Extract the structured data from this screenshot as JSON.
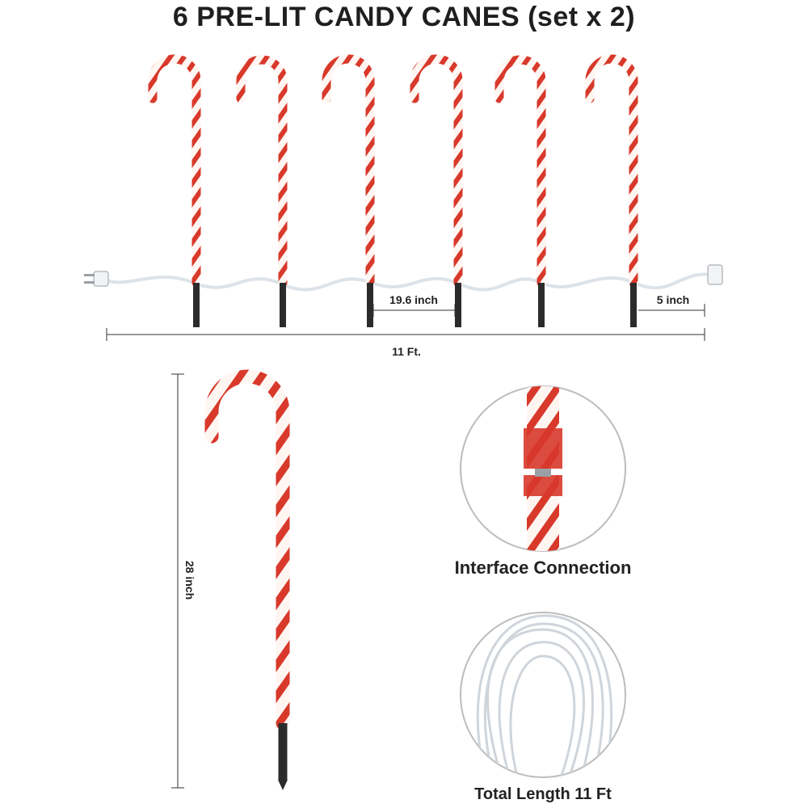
{
  "title": "6 PRE-LIT CANDY CANES (set x 2)",
  "dimensions": {
    "spacing": "19.6 inch",
    "end_lead": "5 inch",
    "total_length": "11 Ft.",
    "cane_height": "28 inch"
  },
  "captions": {
    "interface": "Interface Connection",
    "cable": "Total Length 11 Ft"
  },
  "colors": {
    "cane_red": "#d8392b",
    "cane_white": "#fff6f2",
    "stake": "#2b2b2b",
    "wire": "#dde3e8",
    "circle_border": "#bdbdbd"
  }
}
